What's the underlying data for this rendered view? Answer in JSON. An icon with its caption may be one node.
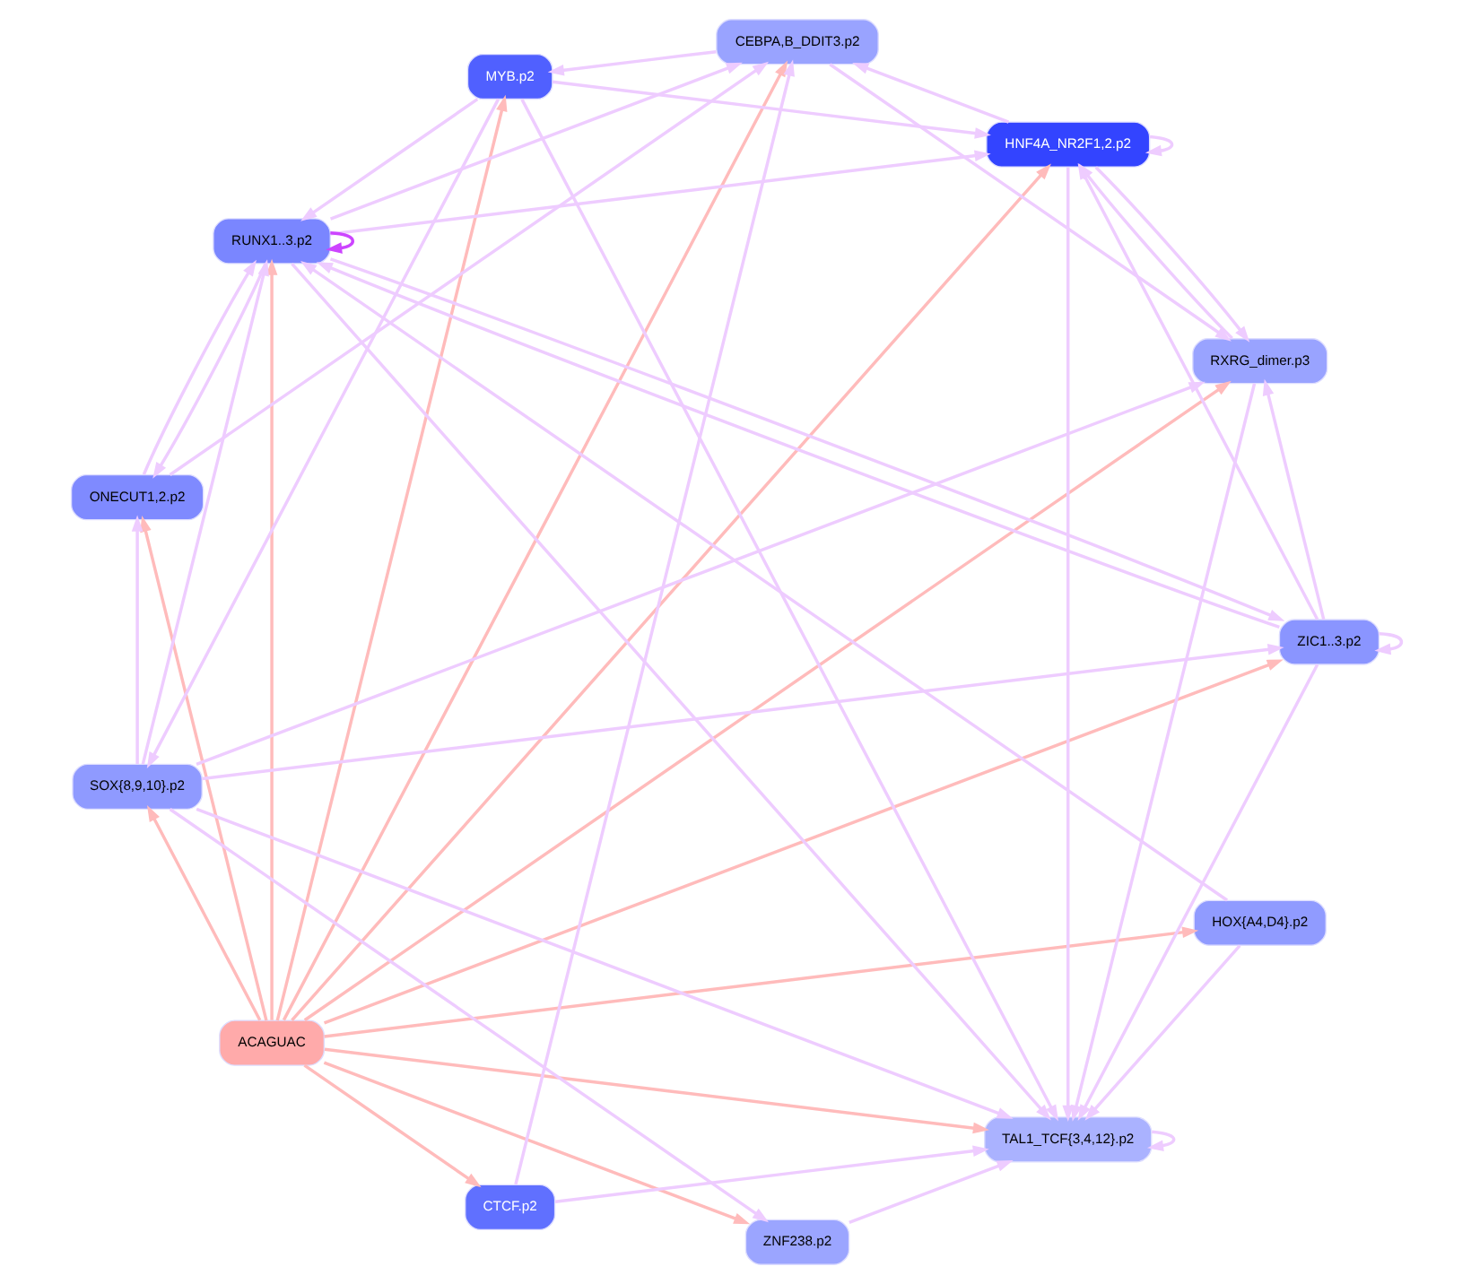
{
  "diagram": {
    "nodes": [
      {
        "text": [
          "ACAGUAC"
        ]
      },
      {
        "text": [
          "TAL1_TCF{3,4,12}.p2"
        ]
      },
      {
        "text": [
          "CEBPA,B_DDIT3.p2"
        ]
      },
      {
        "text": [
          "MYB.p2"
        ]
      },
      {
        "text": [
          "RXRG_dimer.p3"
        ]
      },
      {
        "text": [
          "SOX{8,9,10}.p2"
        ]
      },
      {
        "text": [
          "HNF4A_NR2F1,2.p2"
        ]
      },
      {
        "text": [
          "RUNX1..3.p2"
        ]
      },
      {
        "text": [
          "HOX{A4,D4}.p2"
        ]
      },
      {
        "text": [
          "ONECUT1,2.p2"
        ]
      },
      {
        "text": [
          "CTCF.p2"
        ]
      },
      {
        "text": [
          "ZIC1..3.p2"
        ]
      },
      {
        "text": [
          "ZNF238.p2"
        ]
      }
    ],
    "edges": [
      {
        "from": 0,
        "to": 3,
        "arrow": "to",
        "color": "#ffbbbb"
      },
      {
        "from": 0,
        "to": 1,
        "arrow": "to",
        "color": "#ffbbbb"
      },
      {
        "from": 0,
        "to": 2,
        "arrow": "to",
        "color": "#ffbbbb"
      },
      {
        "from": 0,
        "to": 4,
        "arrow": "to",
        "color": "#ffbbbb"
      },
      {
        "from": 0,
        "to": 5,
        "arrow": "to",
        "color": "#ffbbbb"
      },
      {
        "from": 0,
        "to": 6,
        "arrow": "to",
        "color": "#ffbbbb"
      },
      {
        "from": 0,
        "to": 7,
        "arrow": "to",
        "color": "#ffbbbb"
      },
      {
        "from": 0,
        "to": 8,
        "arrow": "to",
        "color": "#ffbbbb"
      },
      {
        "from": 0,
        "to": 9,
        "arrow": "to",
        "color": "#ffbbbb"
      },
      {
        "from": 0,
        "to": 10,
        "arrow": "to",
        "color": "#ffbbbb"
      },
      {
        "from": 0,
        "to": 11,
        "arrow": "to",
        "color": "#ffbbbb"
      },
      {
        "from": 0,
        "to": 12,
        "arrow": "to",
        "color": "#ffbbbb"
      },
      {
        "from": 1,
        "to": 1,
        "arrow": "to"
      },
      {
        "from": 6,
        "to": 6,
        "arrow": "to"
      },
      {
        "from": 11,
        "to": 11,
        "arrow": "to"
      },
      {
        "from": 7,
        "to": 7,
        "arrow": "to",
        "color": "#cc44ff"
      },
      {
        "from": 3,
        "to": 1,
        "arrow": "to"
      },
      {
        "from": 2,
        "to": 3,
        "arrow": "to"
      },
      {
        "from": 3,
        "to": 5,
        "arrow": "to"
      },
      {
        "from": 3,
        "to": 7,
        "arrow": "to"
      },
      {
        "from": 3,
        "to": 6,
        "arrow": "to"
      },
      {
        "from": 5,
        "to": 1,
        "arrow": "to"
      },
      {
        "from": 5,
        "to": 4,
        "arrow": "to"
      },
      {
        "from": 5,
        "to": 7,
        "arrow": "to"
      },
      {
        "from": 5,
        "to": 9,
        "arrow": "to"
      },
      {
        "from": 5,
        "to": 11,
        "arrow": "to"
      },
      {
        "from": 5,
        "to": 12,
        "arrow": "to"
      },
      {
        "from": 7,
        "to": 1,
        "arrow": "to"
      },
      {
        "from": 7,
        "to": 2,
        "arrow": "to"
      },
      {
        "from": 7,
        "to": 6,
        "arrow": "to"
      },
      {
        "from": 8,
        "to": 7,
        "arrow": "to"
      },
      {
        "from": 7,
        "to": 9,
        "arrow": "to"
      },
      {
        "from": 9,
        "to": 7,
        "arrow": "to"
      },
      {
        "from": 7,
        "to": 11,
        "arrow": "to"
      },
      {
        "from": 11,
        "to": 7,
        "arrow": "to"
      },
      {
        "from": 9,
        "to": 2,
        "arrow": "to"
      },
      {
        "from": 11,
        "to": 1,
        "arrow": "to"
      },
      {
        "from": 11,
        "to": 4,
        "arrow": "to"
      },
      {
        "from": 11,
        "to": 6,
        "arrow": "to"
      },
      {
        "from": 12,
        "to": 1,
        "arrow": "to"
      },
      {
        "from": 10,
        "to": 1,
        "arrow": "to"
      },
      {
        "from": 10,
        "to": 2,
        "arrow": "to"
      },
      {
        "from": 6,
        "to": 1,
        "arrow": "to"
      },
      {
        "from": 6,
        "to": 2,
        "arrow": "to"
      },
      {
        "from": 6,
        "to": 4,
        "arrow": "to"
      },
      {
        "from": 4,
        "to": 6,
        "arrow": "to"
      },
      {
        "from": 8,
        "to": 1,
        "arrow": "to"
      },
      {
        "from": 4,
        "to": 1,
        "arrow": "to"
      },
      {
        "from": 2,
        "to": 4,
        "arrow": "to"
      }
    ]
  }
}
